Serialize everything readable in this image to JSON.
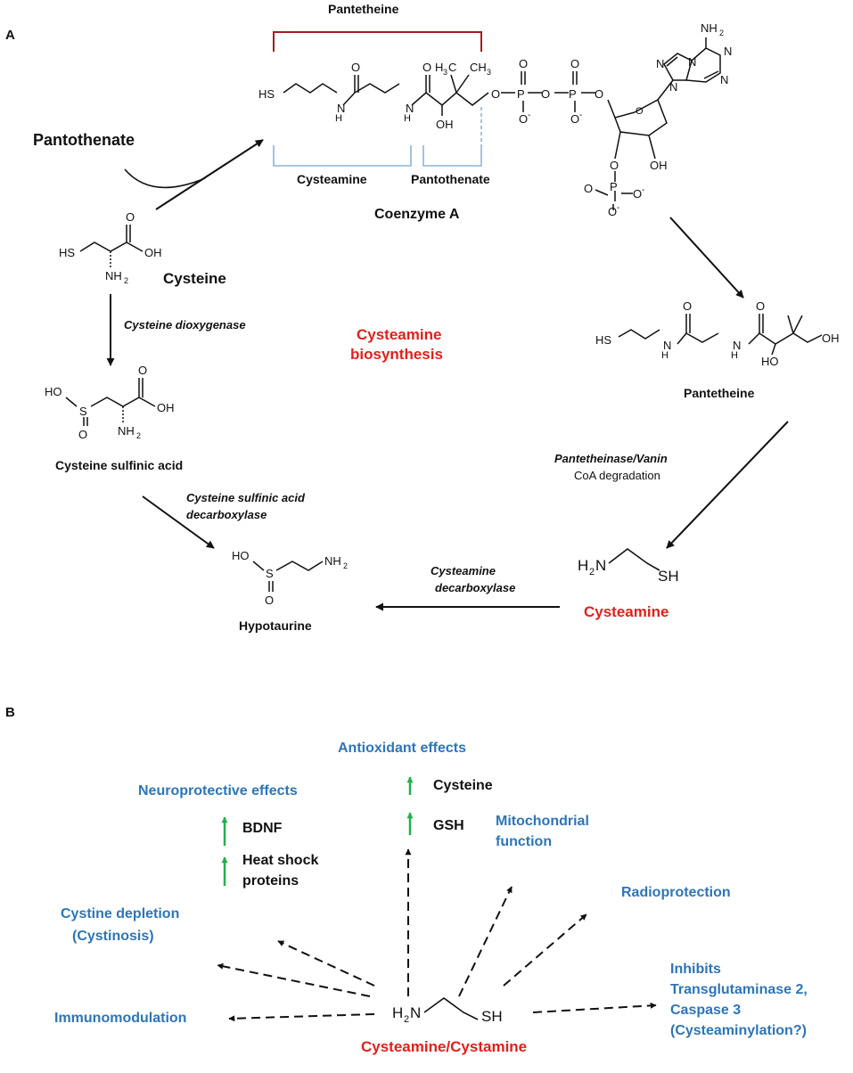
{
  "panels": {
    "a": "A",
    "b": "B"
  },
  "coa": {
    "bracket_top": "Pantetheine",
    "segment_cysteamine": "Cysteamine",
    "segment_pantothenate": "Pantothenate",
    "name": "Coenzyme A"
  },
  "inputs": {
    "pantothenate": "Pantothenate",
    "cysteine": "Cysteine"
  },
  "pathway": {
    "enzyme_1": "Cysteine dioxygenase",
    "product_1": "Cysteine sulfinic acid",
    "enzyme_2_line1": "Cysteine sulfinic acid",
    "enzyme_2_line2": "decarboxylase",
    "product_2": "Hypotaurine",
    "title_line1": "Cysteamine",
    "title_line2": "biosynthesis",
    "pantetheine": "Pantetheine",
    "enzyme_3": "Pantetheinase/Vanin",
    "enzyme_3_note": "CoA degradation",
    "cysteamine": "Cysteamine",
    "enzyme_4_line1": "Cysteamine",
    "enzyme_4_line2": "decarboxylase"
  },
  "effects": {
    "center": "Cysteamine/Cystamine",
    "antioxidant": "Antioxidant effects",
    "cysteine": "Cysteine",
    "gsh": "GSH",
    "neuroprotective": "Neuroprotective effects",
    "bdnf": "BDNF",
    "hsp_line1": "Heat shock",
    "hsp_line2": "proteins",
    "mito_line1": "Mitochondrial",
    "mito_line2": "function",
    "radio": "Radioprotection",
    "cystine_line1": "Cystine depletion",
    "cystine_line2": "(Cystinosis)",
    "immuno": "Immunomodulation",
    "inhibits_line1": "Inhibits",
    "inhibits_line2": "Transglutaminase  2,",
    "inhibits_line3": "Caspase 3",
    "inhibits_line4": "(Cysteaminylation?)"
  },
  "colors": {
    "red": "#e0201c",
    "blue": "#2e75b6",
    "green": "#21b04b",
    "bracket_red": "#a31d1d",
    "bracket_blue": "#8db4d9"
  }
}
